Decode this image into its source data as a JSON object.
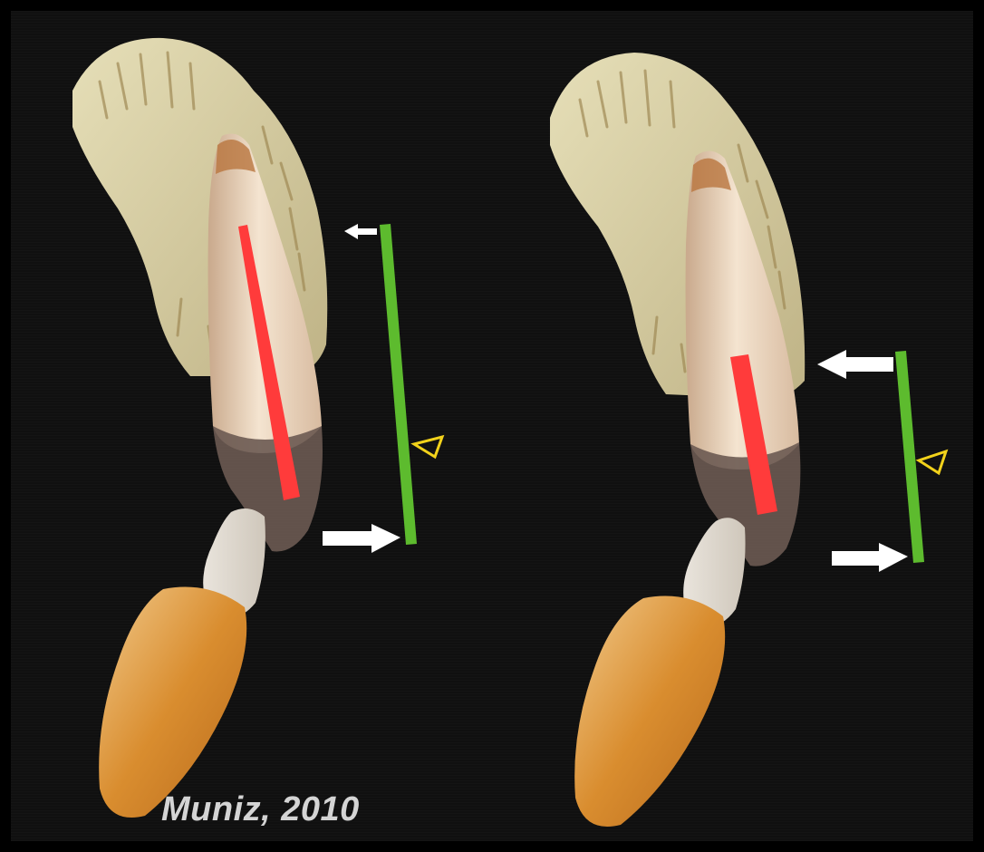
{
  "figure": {
    "credit": "Muniz, 2010",
    "colors": {
      "background": "#101010",
      "bone": "#d9d2a6",
      "tooth": "#efd9c2",
      "root_canal": "#ff3b3b",
      "gingiva_shade": "#6b5a52",
      "opposing_tooth": "#e1a24a",
      "reference_line": "#5dbb2e",
      "arrow": "#ffffff",
      "triangle": "#f2d21b"
    },
    "panels": [
      {
        "name": "left",
        "top_arrow_size": "small",
        "bottom_arrow_size": "large"
      },
      {
        "name": "right",
        "top_arrow_size": "large",
        "bottom_arrow_size": "large"
      }
    ]
  }
}
